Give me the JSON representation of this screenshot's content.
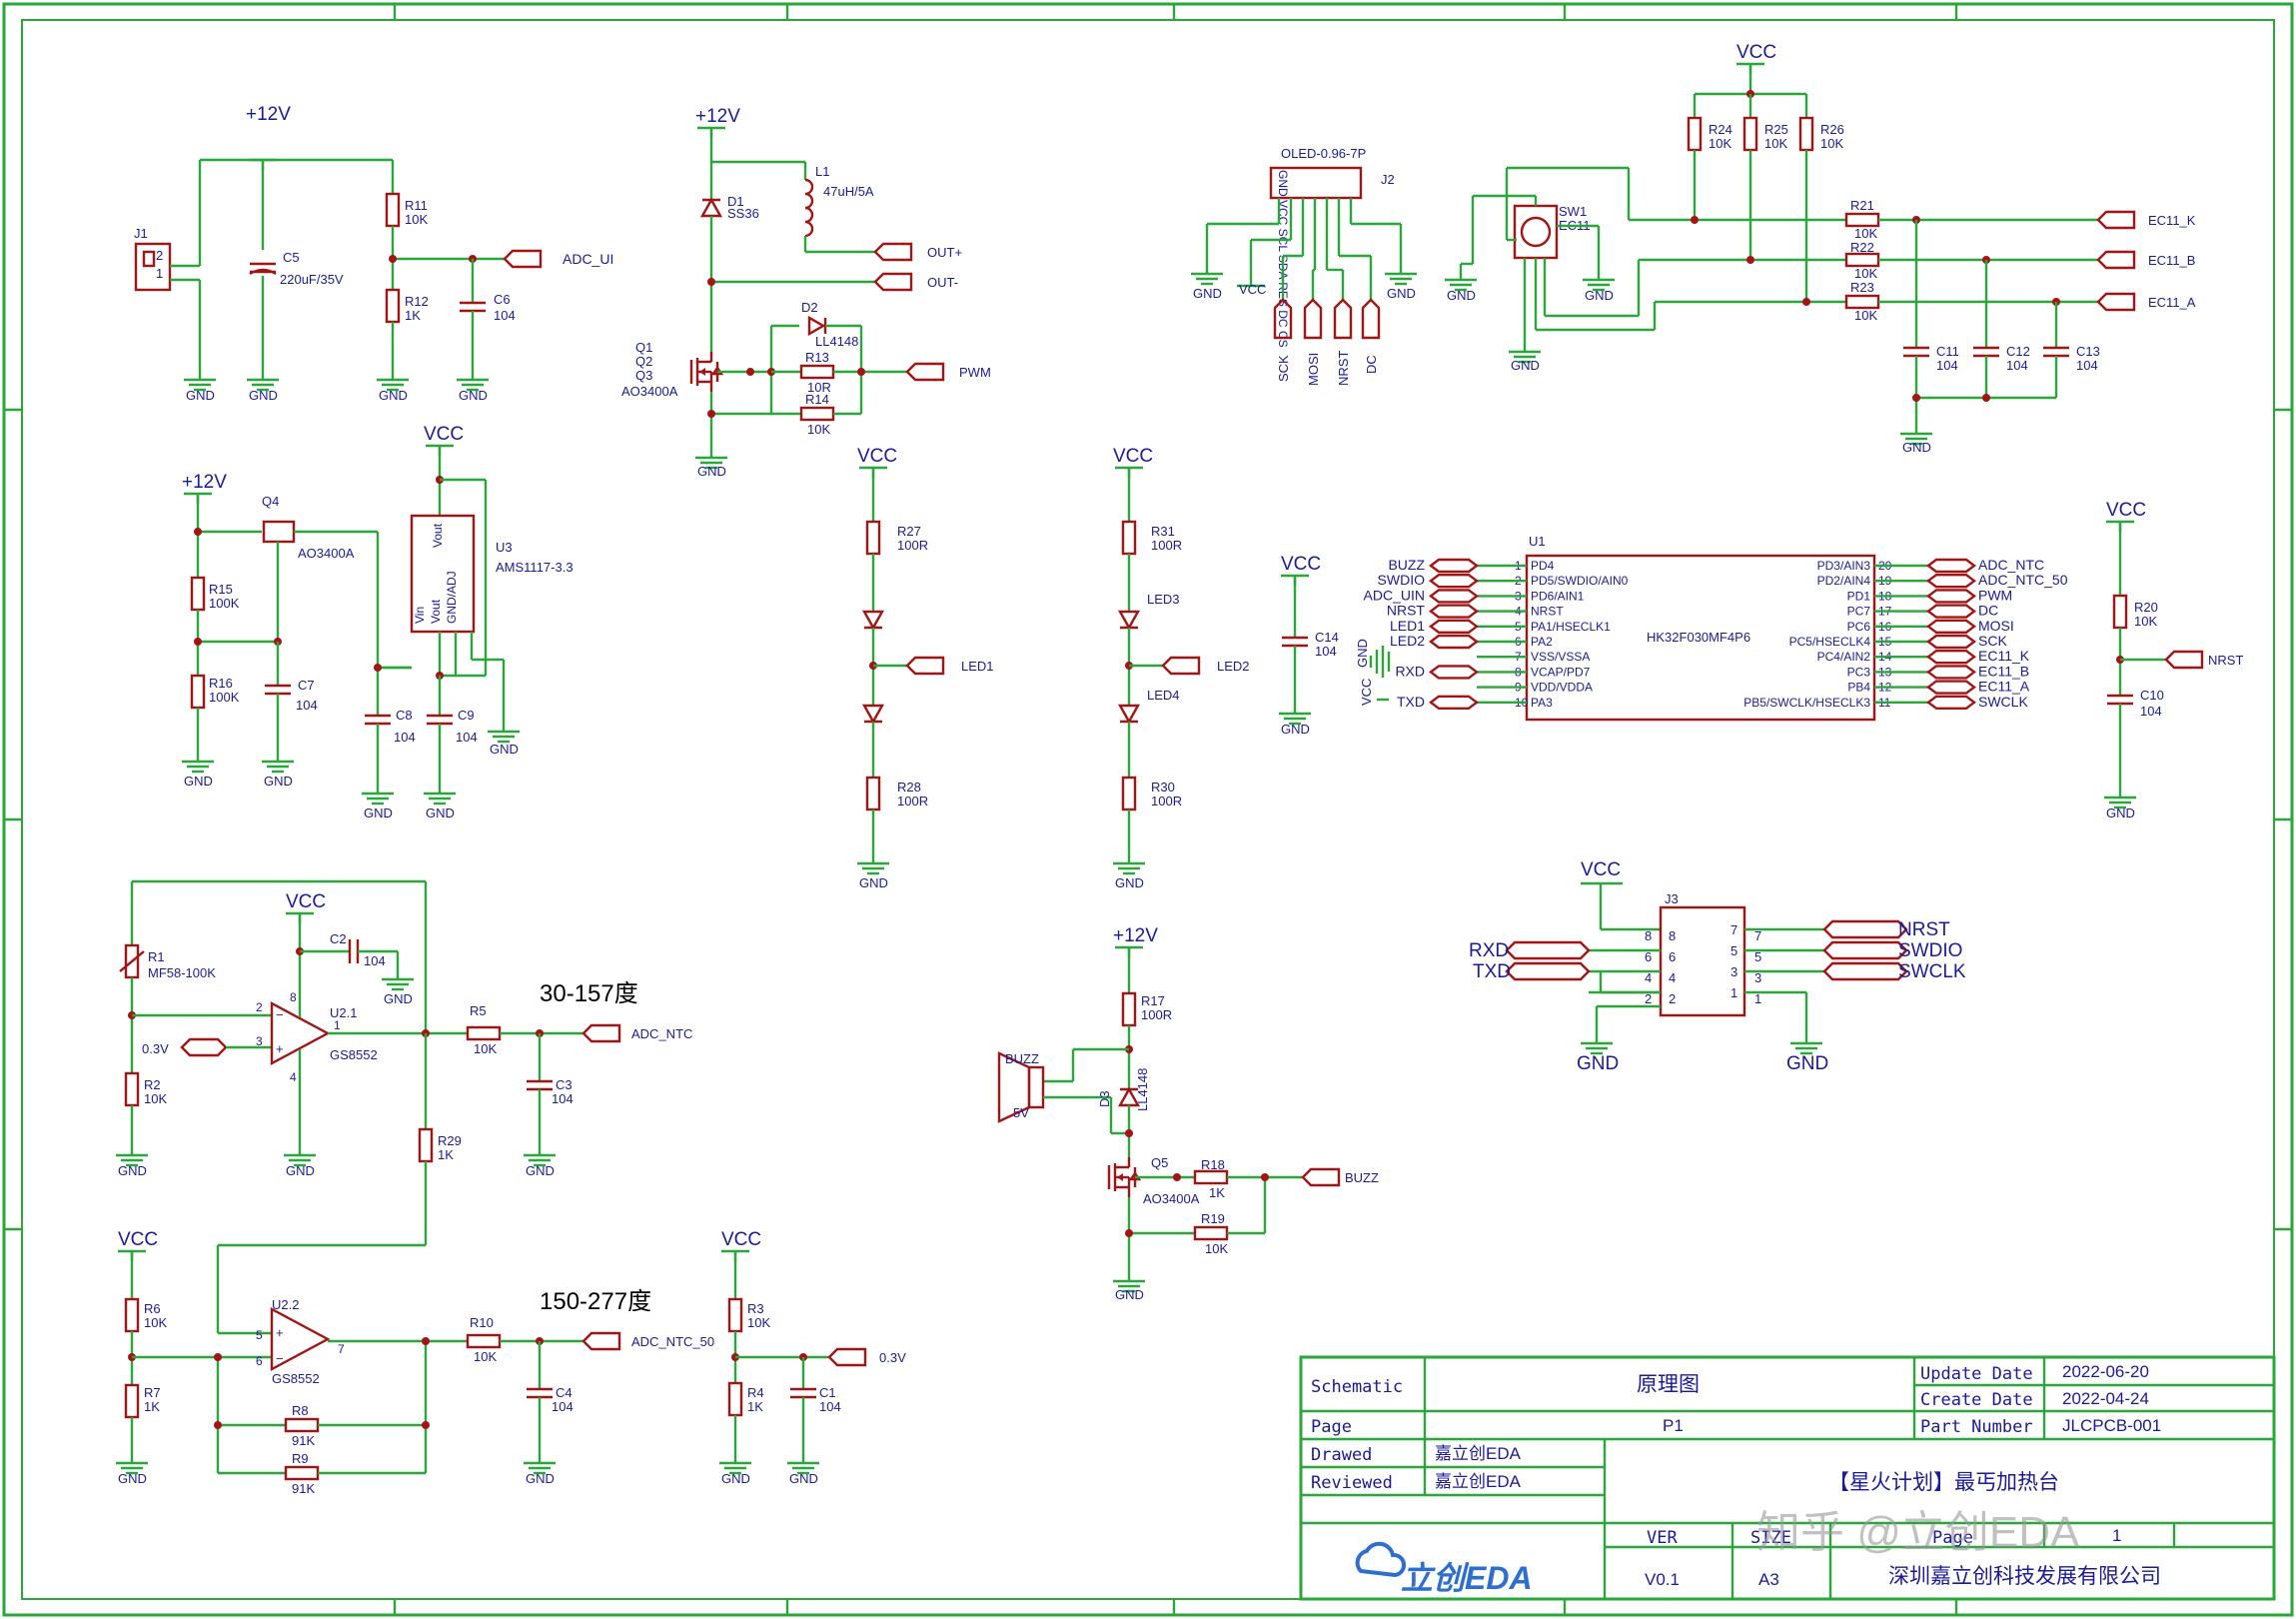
{
  "title_block": {
    "schematic_label": "Schematic",
    "schematic_value": "原理图",
    "update_label": "Update Date",
    "update_value": "2022-06-20",
    "create_label": "Create Date",
    "create_value": "2022-04-24",
    "page_label": "Page",
    "page_value": "P1",
    "part_label": "Part Number",
    "part_value": "JLCPCB-001",
    "drawn_label": "Drawed",
    "drawn_value": "嘉立创EDA",
    "reviewed_label": "Reviewed",
    "reviewed_value": "嘉立创EDA",
    "project": "【星火计划】最丐加热台",
    "ver_label": "VER",
    "ver_value": "V0.1",
    "size_label": "SIZE",
    "size_value": "A3",
    "page_num_label": "Page",
    "page_num_value": "1",
    "company": "深圳嘉立创科技发展有限公司",
    "logo": "立创EDA"
  },
  "watermark": "知乎 @立创EDA",
  "notes": {
    "range1": "30-157度",
    "range2": "150-277度"
  },
  "nets": {
    "p12v": "+12V",
    "vcc": "VCC",
    "gnd": "GND",
    "adc_ui": "ADC_UI",
    "adc_uin": "ADC_UIN",
    "out_p": "OUT+",
    "out_n": "OUT-",
    "pwm": "PWM",
    "led1": "LED1",
    "led2": "LED2",
    "buzz": "BUZZ",
    "swdio": "SWDIO",
    "swclk": "SWCLK",
    "nrst": "NRST",
    "rxd": "RXD",
    "txd": "TXD",
    "adc_ntc": "ADC_NTC",
    "adc_ntc50": "ADC_NTC_50",
    "sck": "SCK",
    "mosi": "MOSI",
    "dc": "DC",
    "ec11k": "EC11_K",
    "ec11b": "EC11_B",
    "ec11a": "EC11_A",
    "v03": "0.3V",
    "v5": "5V"
  },
  "components": {
    "j1": "J1",
    "c5": "C5",
    "c5v": "220uF/35V",
    "r11": "R11",
    "r11v": "10K",
    "r12": "R12",
    "r12v": "1K",
    "c6": "C6",
    "c6v": "104",
    "d1": "D1",
    "d1v": "SS36",
    "l1": "L1",
    "l1v": "47uH/5A",
    "d2": "D2",
    "d2v": "LL4148",
    "r13": "R13",
    "r13v": "10R",
    "r14": "R14",
    "r14v": "10K",
    "q1": "Q1",
    "q2": "Q2",
    "q3": "Q3",
    "q123v": "AO3400A",
    "q4": "Q4",
    "q4v": "AO3400A",
    "r15": "R15",
    "r15v": "100K",
    "r16": "R16",
    "r16v": "100K",
    "c7": "C7",
    "c7v": "104",
    "u3": "U3",
    "u3v": "AMS1117-3.3",
    "c8": "C8",
    "c8v": "104",
    "c9": "C9",
    "c9v": "104",
    "r27": "R27",
    "r27v": "100R",
    "r28": "R28",
    "r28v": "100R",
    "r31": "R31",
    "r31v": "100R",
    "r30": "R30",
    "r30v": "100R",
    "led3": "LED3",
    "led4": "LED4",
    "j2": "J2",
    "j2v": "OLED-0.96-7P",
    "r24": "R24",
    "r25": "R25",
    "r26": "R26",
    "r10k": "10K",
    "r21": "R21",
    "r22": "R22",
    "r23": "R23",
    "sw1": "SW1",
    "sw1v": "EC11",
    "c11": "C11",
    "c12": "C12",
    "c13": "C13",
    "c104": "104",
    "c14": "C14",
    "u1": "U1",
    "u1v": "HK32F030MF4P6",
    "r20": "R20",
    "c10": "C10",
    "j3": "J3",
    "r1": "R1",
    "r1v": "MF58-100K",
    "c2": "C2",
    "r2": "R2",
    "u21": "U2.1",
    "u22": "U2.2",
    "u2v": "GS8552",
    "r5": "R5",
    "r5v": "10K",
    "c3": "C3",
    "r29": "R29",
    "r29v": "1K",
    "r6": "R6",
    "r6v": "10K",
    "r7": "R7",
    "r7v": "1K",
    "r8": "R8",
    "r8v": "91K",
    "r9": "R9",
    "r9v": "91K",
    "r10": "R10",
    "r10v": "10K",
    "c4": "C4",
    "r3": "R3",
    "r3v": "10K",
    "r4": "R4",
    "r4v": "1K",
    "c1": "C1",
    "r17": "R17",
    "r17v": "100R",
    "d3": "D3",
    "d3v": "LL4148",
    "q5": "Q5",
    "q5v": "AO3400A",
    "r18": "R18",
    "r18v": "1K",
    "r19": "R19",
    "r19v": "10K"
  },
  "oled_pins": "GND VCC SCL SDA RES DC CS",
  "u1_left_pins": [
    "PD4",
    "PD5/SWDIO/AIN0",
    "PD6/AIN1",
    "NRST",
    "PA1/HSECLK1",
    "PA2",
    "VSS/VSSA",
    "VCAP/PD7",
    "VDD/VDDA",
    "PA3"
  ],
  "u1_right_pins": [
    "PD3/AIN3",
    "PD2/AIN4",
    "PD1",
    "PC7",
    "PC6",
    "PC5/HSECLK4",
    "PC4/AIN2",
    "PC3",
    "PB4",
    "PB5/SWCLK/HSECLK3"
  ],
  "u1_left_nets": [
    "BUZZ",
    "SWDIO",
    "ADC_UIN",
    "NRST",
    "LED1",
    "LED2",
    "",
    "RXD",
    "",
    "TXD"
  ],
  "u1_right_nets": [
    "ADC_NTC",
    "ADC_NTC_50",
    "PWM",
    "DC",
    "MOSI",
    "SCK",
    "EC11_K",
    "EC11_B",
    "EC11_A",
    "SWCLK"
  ],
  "colors": {
    "wire": "#2aa63a",
    "component": "#a31515",
    "label": "#1a1a9a"
  }
}
